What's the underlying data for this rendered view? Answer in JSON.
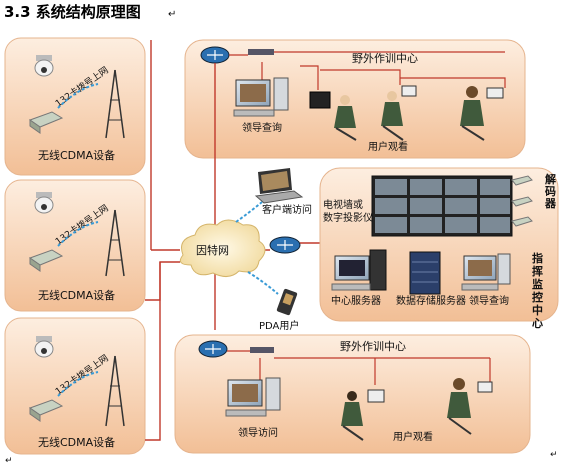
{
  "heading": "3.3 系统结构原理图",
  "colors": {
    "panel": "#f4c9a4",
    "panel_light": "#fdeee0",
    "line": "#c0392b",
    "cloud": "#f7e7b8",
    "router": "#2a6fb0"
  },
  "left_sites": [
    {
      "device": "无线CDMA设备",
      "link_label": "132卡拨号上网"
    },
    {
      "device": "无线CDMA设备",
      "link_label": "132卡拨号上网"
    },
    {
      "device": "无线CDMA设备",
      "link_label": "132卡拨号上网"
    }
  ],
  "top_center": {
    "title": "野外作训中心",
    "leader_label": "领导查询",
    "users_label": "用户观看"
  },
  "bottom_center": {
    "title": "野外作训中心",
    "leader_label": "领导访问",
    "users_label": "用户观看"
  },
  "network": {
    "cloud_label": "因特网",
    "client_label": "客户端访问",
    "pda_label": "PDA用户"
  },
  "command_center": {
    "title": "指挥监控中心",
    "video_wall_label": "电视墙或\n数字投影仪",
    "decoder_label": "解码器",
    "servers": [
      {
        "label": "中心服务器"
      },
      {
        "label": "数据存储服务器"
      },
      {
        "label": "领导查询"
      }
    ]
  }
}
